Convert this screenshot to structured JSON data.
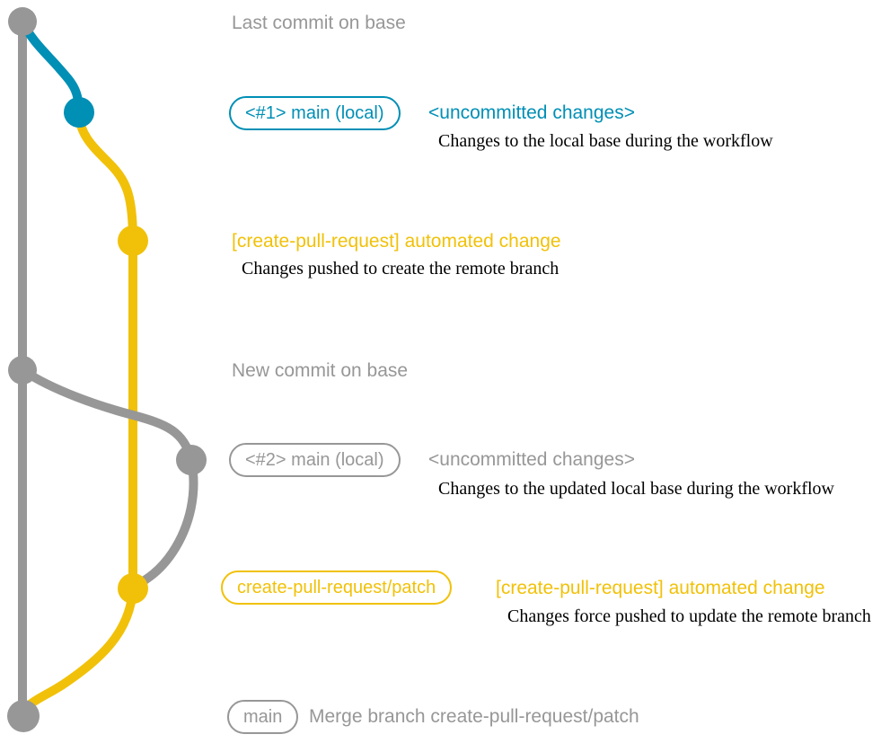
{
  "colors": {
    "gray": "#979797",
    "blue": "#008fb5",
    "yellow": "#f1c109",
    "text": "#000000",
    "background": "#ffffff"
  },
  "annotations": {
    "last_commit": {
      "message": "Last commit on base"
    },
    "local_1": {
      "branch_label": "<#1> main (local)",
      "message": "<uncommitted changes>",
      "description": "Changes to the local base during the workflow"
    },
    "push_create": {
      "message": "[create-pull-request] automated change",
      "description": "Changes pushed to create the remote branch"
    },
    "new_commit": {
      "message": "New commit on base"
    },
    "local_2": {
      "branch_label": "<#2> main (local)",
      "message": "<uncommitted changes>",
      "description": "Changes to the updated local base during the workflow"
    },
    "push_update": {
      "branch_label": "create-pull-request/patch",
      "message": "[create-pull-request] automated change",
      "description": "Changes force pushed to update the remote branch"
    },
    "merge": {
      "branch_label": "main",
      "message": "Merge branch create-pull-request/patch"
    }
  }
}
